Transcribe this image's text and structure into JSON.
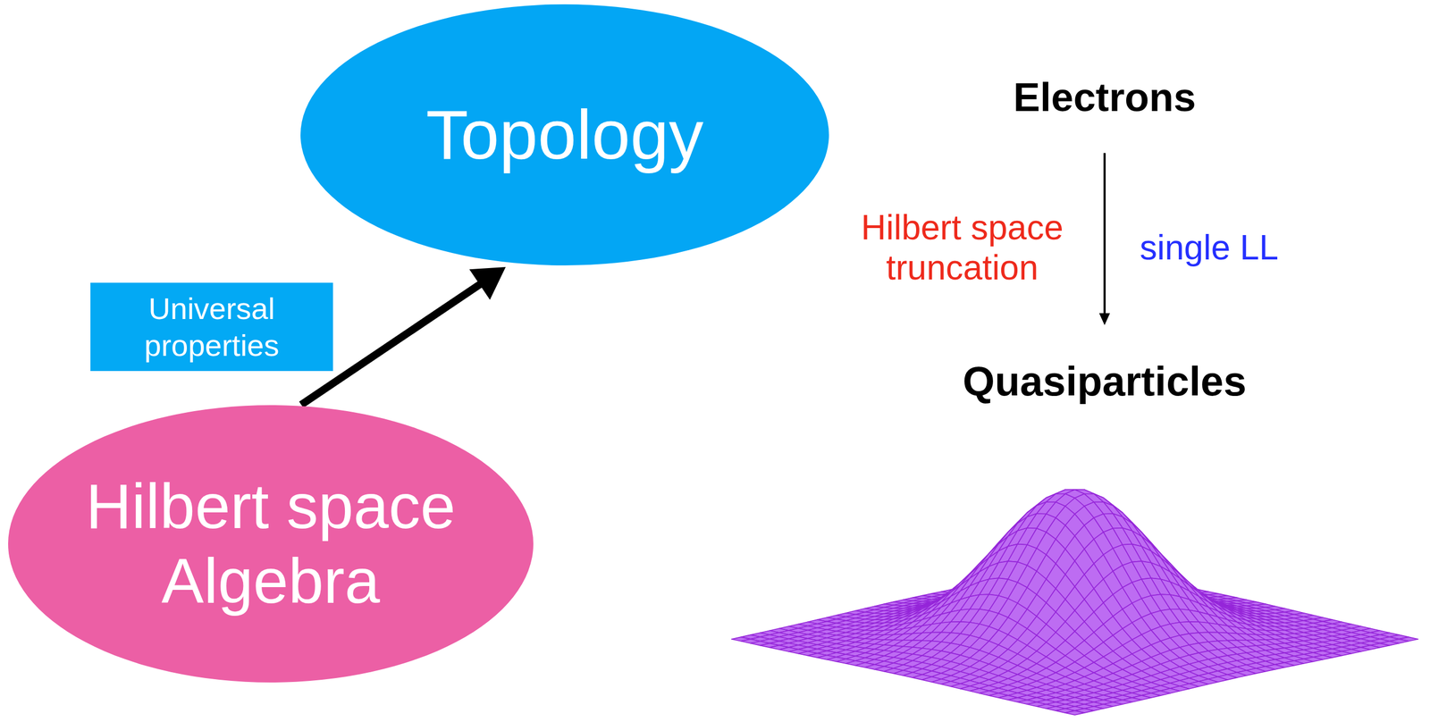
{
  "diagram": {
    "nodes": [
      {
        "text": [
          "Topology"
        ]
      },
      {
        "text": [
          "Electrons"
        ]
      },
      {
        "text": [
          "Universal properties"
        ]
      },
      {
        "text": [
          "Quasiparticles"
        ]
      },
      {
        "text": [
          "Hilbert space Algebra"
        ]
      }
    ],
    "edges": [
      {
        "from": 4,
        "to": 0,
        "arrow": "to"
      },
      {
        "from": 1,
        "to": 3,
        "arrow": "to"
      }
    ],
    "labels": [
      "Hilbert space truncation",
      "single LL"
    ]
  }
}
